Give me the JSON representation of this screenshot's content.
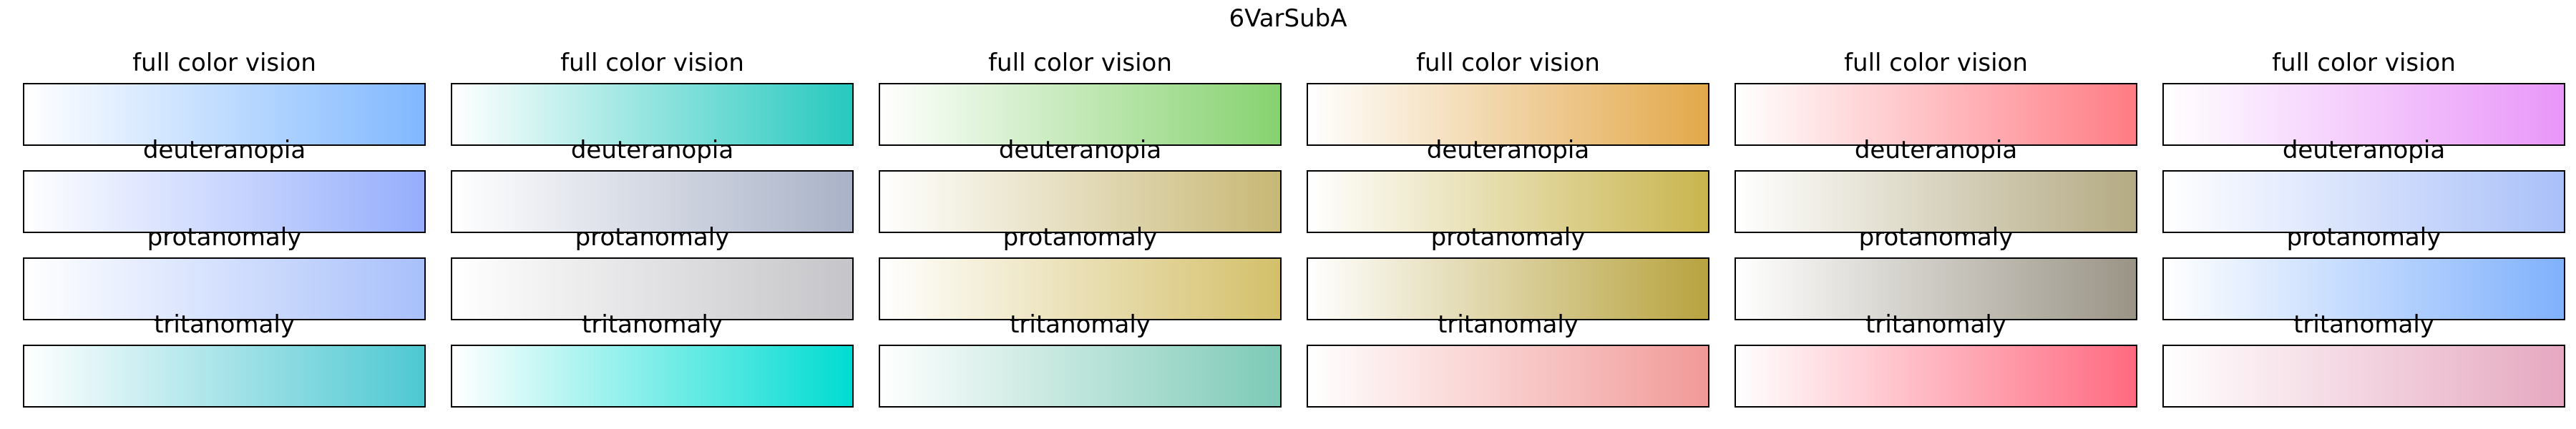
{
  "title": "6VarSubA",
  "chart_data": {
    "type": "heatmap",
    "title": "6VarSubA",
    "rows": [
      "full color vision",
      "deuteranopia",
      "protanomaly",
      "tritanomaly"
    ],
    "columns": [
      {
        "colors": {
          "full color vision": "#80b8ff",
          "deuteranopia": "#95aefc",
          "protanomaly": "#a8c0fb",
          "tritanomaly": "#4ec8d2"
        }
      },
      {
        "colors": {
          "full color vision": "#26c9bf",
          "deuteranopia": "#a9b2c7",
          "protanomaly": "#c5c5c9",
          "tritanomaly": "#00dcd2"
        }
      },
      {
        "colors": {
          "full color vision": "#86d26f",
          "deuteranopia": "#c8b875",
          "protanomaly": "#d4c06a",
          "tritanomaly": "#7dcab7"
        }
      },
      {
        "colors": {
          "full color vision": "#e3a84a",
          "deuteranopia": "#c9b54e",
          "protanomaly": "#b8a33f",
          "tritanomaly": "#f19a98"
        }
      },
      {
        "colors": {
          "full color vision": "#ff7c84",
          "deuteranopia": "#b4aa83",
          "protanomaly": "#9a9486",
          "tritanomaly": "#ff6a80"
        }
      },
      {
        "colors": {
          "full color vision": "#e996f9",
          "deuteranopia": "#a9c0f9",
          "protanomaly": "#80b1fc",
          "tritanomaly": "#e6a8c0"
        }
      }
    ]
  }
}
